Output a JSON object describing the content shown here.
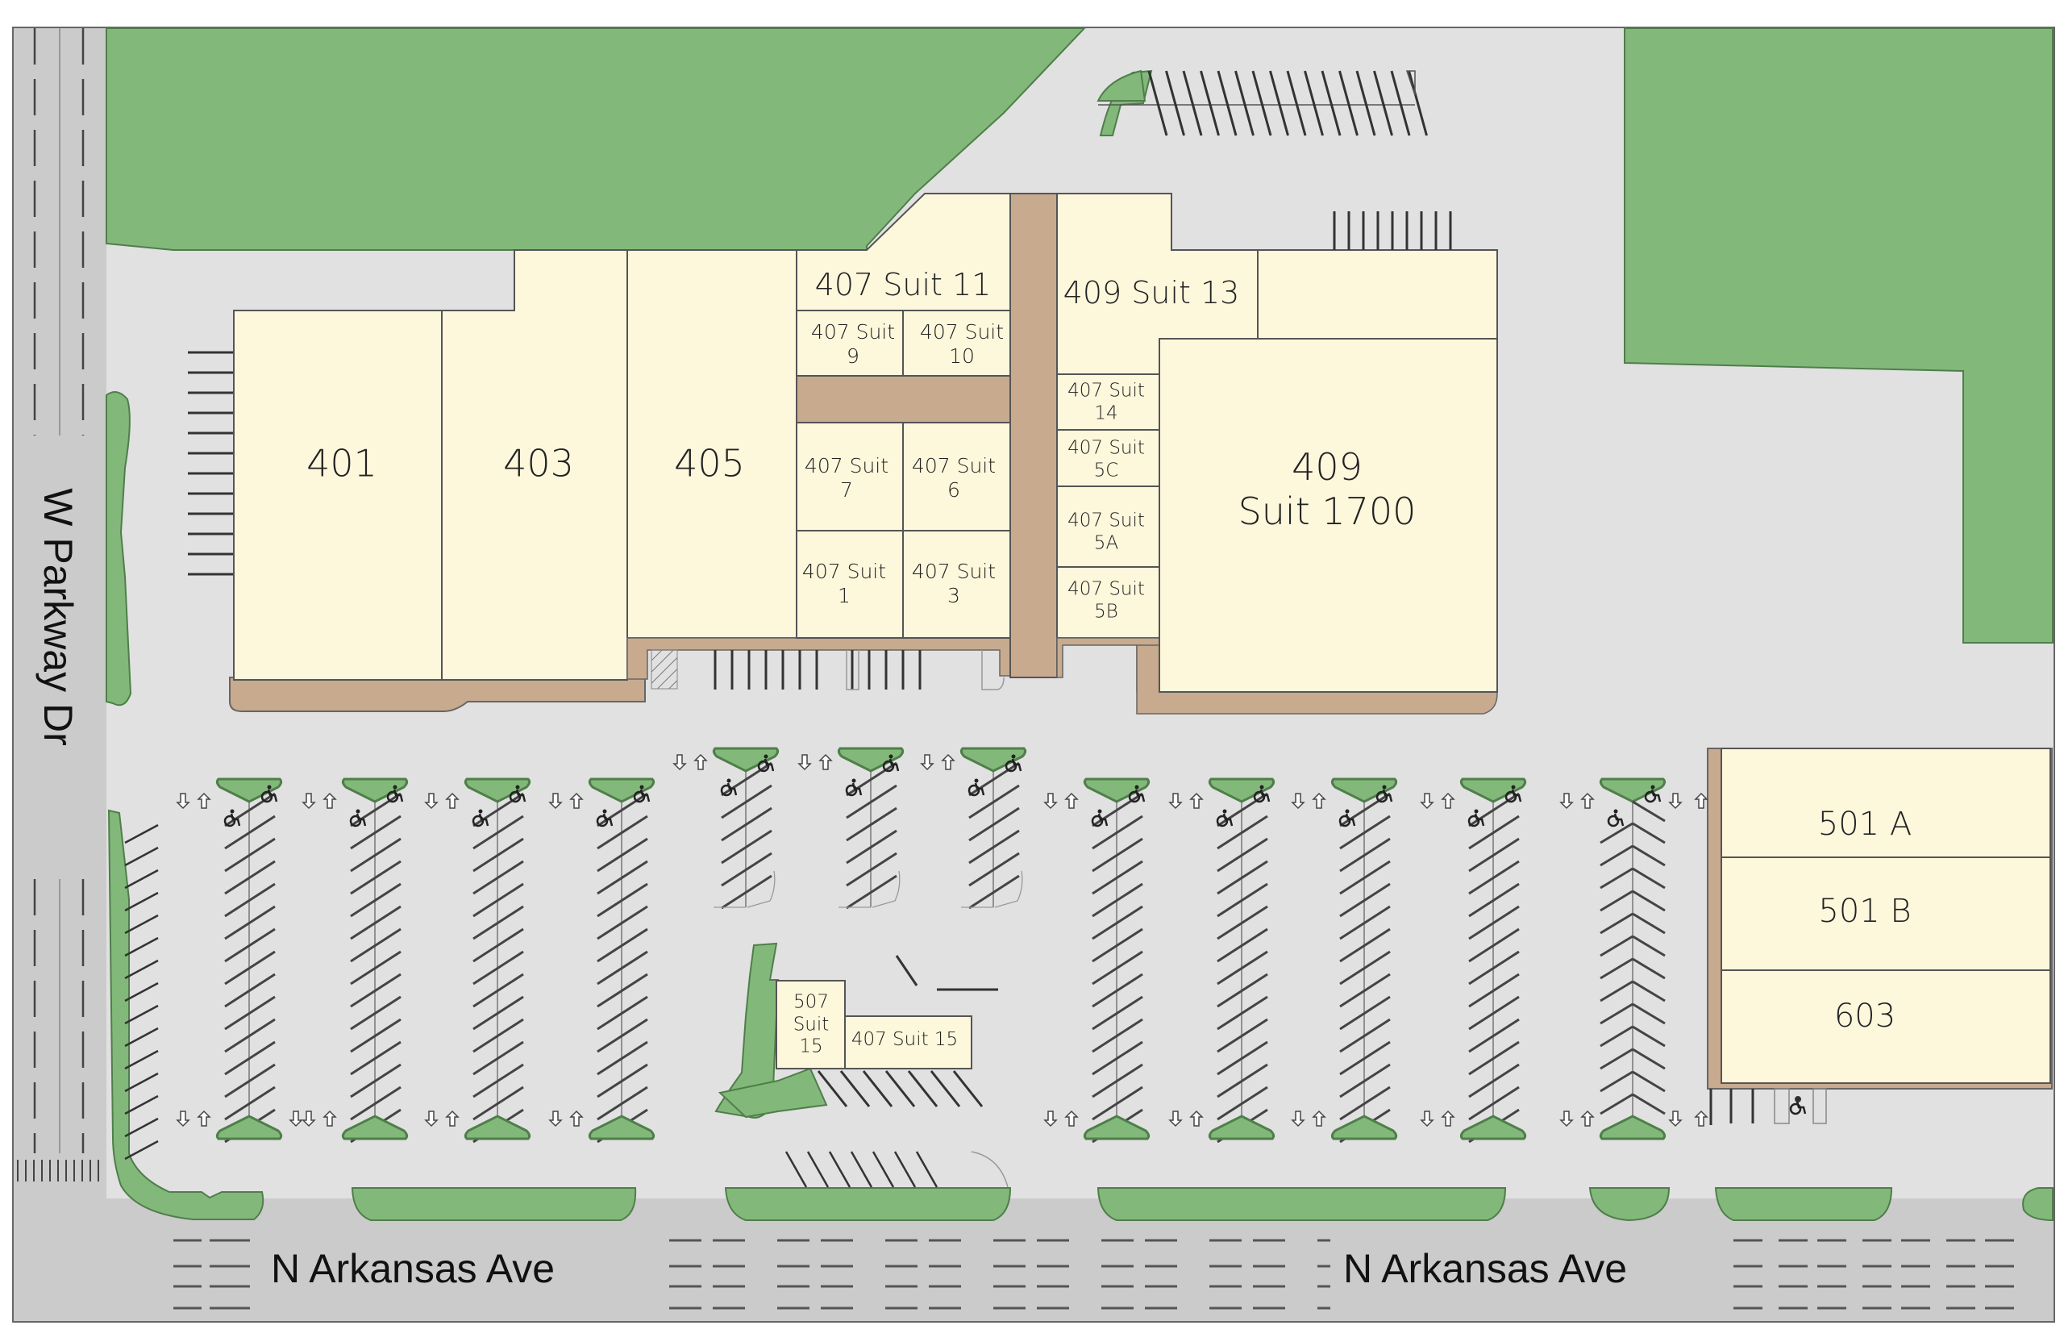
{
  "colors": {
    "background": "#ffffff",
    "pavement": "#e1e1e1",
    "road": "#cbcbcb",
    "grass": "#82b97a",
    "grass_stroke": "#4f7e4a",
    "building": "#fdf7dc",
    "building_stroke": "#555555",
    "walkway": "#c8aa8f",
    "line": "#3a3a3a"
  },
  "streets": {
    "west": "W Parkway  Dr",
    "south_left": "N Arkansas Ave",
    "south_right": "N Arkansas Ave"
  },
  "units": {
    "u401": "401",
    "u403": "403",
    "u405": "405",
    "s11": "407 Suit 11",
    "s9": "407 Suit\n9",
    "s10": "407 Suit\n10",
    "s7": "407 Suit\n7",
    "s6": "407 Suit\n6",
    "s1": "407 Suit\n1",
    "s3": "407 Suit\n3",
    "s13": "409 Suit 13",
    "s14": "407 Suit\n14",
    "s5c": "407 Suit\n5C",
    "s5a": "407 Suit\n5A",
    "s5b": "407 Suit\n5B",
    "s1700": "409\nSuit 1700",
    "u501a": "501 A",
    "u501b": "501 B",
    "u603": "603",
    "u507": "507\nSuit\n15",
    "s15": "407 Suit 15"
  },
  "icons": {
    "accessible_parking": "wheelchair-icon",
    "traffic_direction": "arrow-icon"
  }
}
